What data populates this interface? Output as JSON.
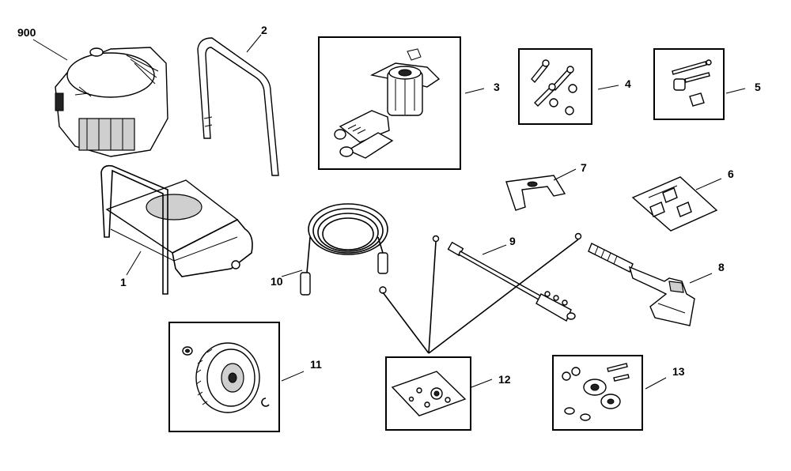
{
  "callouts": {
    "engine": "900",
    "handle": "2",
    "pump": "3",
    "hardware_bolts": "4",
    "hardware_knobs": "5",
    "nozzle_kit": "6",
    "nozzle_holder": "7",
    "spray_gun": "8",
    "lance": "9",
    "hose": "10",
    "wheel_kit": "11",
    "oring_kit": "12",
    "wheel_hardware": "13",
    "frame": "1"
  }
}
